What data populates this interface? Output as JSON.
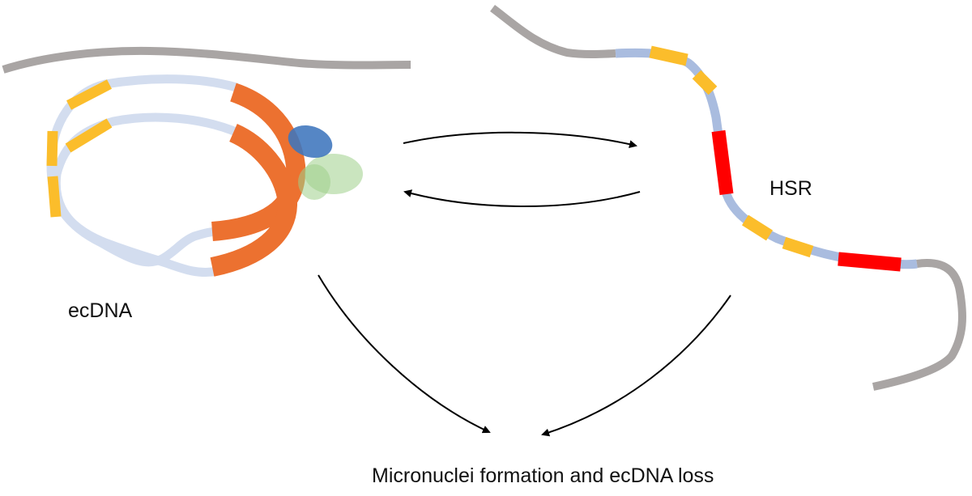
{
  "labels": {
    "ecdna": "ecDNA",
    "hsr": "HSR",
    "outcome": "Micronuclei formation and ecDNA loss"
  },
  "colors": {
    "chromosome": "#a9a5a4",
    "ecdna_backbone": "#d3ddef",
    "hsr_backbone": "#a9bcdf",
    "amplicon_yellow": "#fbbd2b",
    "amplicon_orange": "#ec7130",
    "amplicon_red": "#ff0000",
    "protein_blue": "#3e75bd",
    "protein_green": "#9fd08a",
    "arrow": "#000000",
    "text": "#111111"
  },
  "arrows": [
    {
      "name": "ecdna-to-hsr-arrow",
      "from": "ecDNA",
      "to": "HSR"
    },
    {
      "name": "hsr-to-ecdna-arrow",
      "from": "HSR",
      "to": "ecDNA"
    },
    {
      "name": "ecdna-to-micronuclei-arrow",
      "from": "ecDNA",
      "to": "Micronuclei formation and ecDNA loss"
    },
    {
      "name": "hsr-to-micronuclei-arrow",
      "from": "HSR",
      "to": "Micronuclei formation and ecDNA loss"
    }
  ]
}
